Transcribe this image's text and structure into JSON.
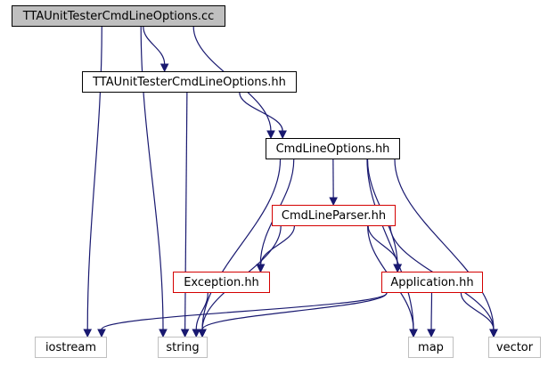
{
  "nodes": {
    "root": "TTAUnitTesterCmdLineOptions.cc",
    "tester_hh": "TTAUnitTesterCmdLineOptions.hh",
    "cmdlineoptions": "CmdLineOptions.hh",
    "cmdlineparser": "CmdLineParser.hh",
    "exception": "Exception.hh",
    "application": "Application.hh",
    "iostream": "iostream",
    "string": "string",
    "map": "map",
    "vector": "vector"
  },
  "colors": {
    "edge": "#191970",
    "root_fill": "#bfbfbf",
    "node_border": "#000000",
    "linked_border": "#d40000",
    "system_border": "#bfbfbf"
  },
  "edges": [
    [
      "root",
      "tester_hh"
    ],
    [
      "root",
      "cmdlineoptions"
    ],
    [
      "root",
      "iostream"
    ],
    [
      "root",
      "string"
    ],
    [
      "tester_hh",
      "cmdlineoptions"
    ],
    [
      "tester_hh",
      "string"
    ],
    [
      "cmdlineoptions",
      "cmdlineparser"
    ],
    [
      "cmdlineoptions",
      "exception"
    ],
    [
      "cmdlineoptions",
      "application"
    ],
    [
      "cmdlineoptions",
      "string"
    ],
    [
      "cmdlineoptions",
      "map"
    ],
    [
      "cmdlineoptions",
      "vector"
    ],
    [
      "cmdlineparser",
      "exception"
    ],
    [
      "cmdlineparser",
      "application"
    ],
    [
      "cmdlineparser",
      "string"
    ],
    [
      "cmdlineparser",
      "map"
    ],
    [
      "cmdlineparser",
      "vector"
    ],
    [
      "exception",
      "string"
    ],
    [
      "application",
      "iostream"
    ],
    [
      "application",
      "string"
    ],
    [
      "application",
      "map"
    ],
    [
      "application",
      "vector"
    ]
  ]
}
